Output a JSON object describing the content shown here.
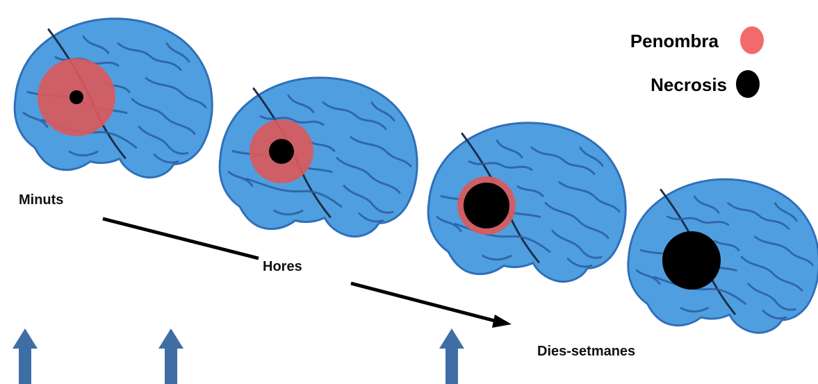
{
  "colors": {
    "background": "#ffffff",
    "brain_fill": "#4f9fe0",
    "brain_outline": "#2f6fb8",
    "brain_fold": "#2a5d9e",
    "brain_highlight": "#7cbcf0",
    "penumbra": "#d9595b",
    "necrosis": "#000000",
    "arrow_line": "#000000",
    "up_arrow": "#3f6ea4",
    "legend_penumbra": "#f46a6a",
    "legend_necrosis": "#000000"
  },
  "legend": {
    "penumbra_label": "Penombra",
    "necrosis_label": "Necrosis"
  },
  "stages": [
    {
      "label": "Minuts"
    },
    {
      "label": "Hores"
    },
    {
      "label": "Dies-setmanes"
    }
  ],
  "icons": {
    "brain": "brain-icon",
    "up_arrow": "arrow-up-icon",
    "timeline_arrow": "arrow-right-icon"
  }
}
